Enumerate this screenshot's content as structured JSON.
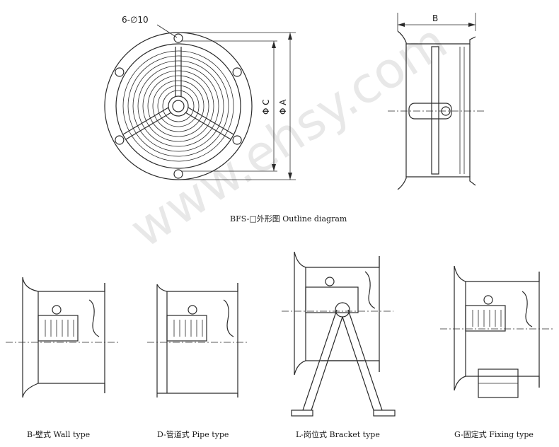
{
  "outline": {
    "hole_label": "6-∅10",
    "dim_c": "Φ C",
    "dim_a": "Φ A",
    "dim_b": "B",
    "caption": "BFS-□外形图   Outline diagram"
  },
  "types": [
    {
      "caption": "B-壁式  Wall  type"
    },
    {
      "caption": "D-管道式  Pipe  type"
    },
    {
      "caption": "L-岗位式  Bracket  type"
    },
    {
      "caption": "G-固定式  Fixing  type"
    }
  ],
  "watermark": "www.ehsy.com"
}
